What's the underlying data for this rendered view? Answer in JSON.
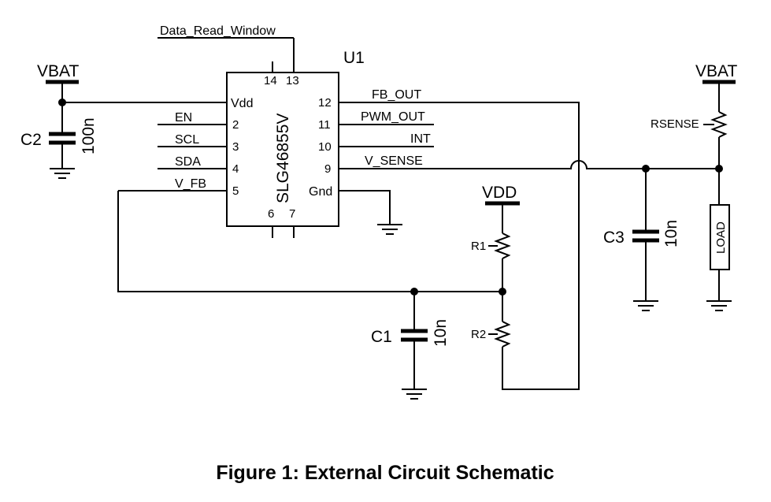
{
  "ic": {
    "ref": "U1",
    "part": "SLG46855V",
    "pins": {
      "p14": "14",
      "p13": "13",
      "p12": "12",
      "p11": "11",
      "p10": "10",
      "p9": "9",
      "p2": "2",
      "p3": "3",
      "p4": "4",
      "p5": "5",
      "p6": "6",
      "p7": "7"
    },
    "inner": {
      "vdd": "Vdd",
      "gnd": "Gnd"
    }
  },
  "nets": {
    "data_read_window": "Data_Read_Window",
    "en": "EN",
    "scl": "SCL",
    "sda": "SDA",
    "v_fb": "V_FB",
    "fb_out": "FB_OUT",
    "pwm_out": "PWM_OUT",
    "int": "INT",
    "v_sense": "V_SENSE"
  },
  "power": {
    "vbat_left": "VBAT",
    "vbat_right": "VBAT",
    "vdd": "VDD"
  },
  "components": {
    "c2": {
      "ref": "C2",
      "value": "100n"
    },
    "c1": {
      "ref": "C1",
      "value": "10n"
    },
    "c3": {
      "ref": "C3",
      "value": "10n"
    },
    "r1": {
      "ref": "R1"
    },
    "r2": {
      "ref": "R2"
    },
    "rsense": {
      "ref": "RSENSE"
    },
    "load": {
      "label": "LOAD"
    }
  },
  "caption": "Figure 1: External Circuit Schematic"
}
